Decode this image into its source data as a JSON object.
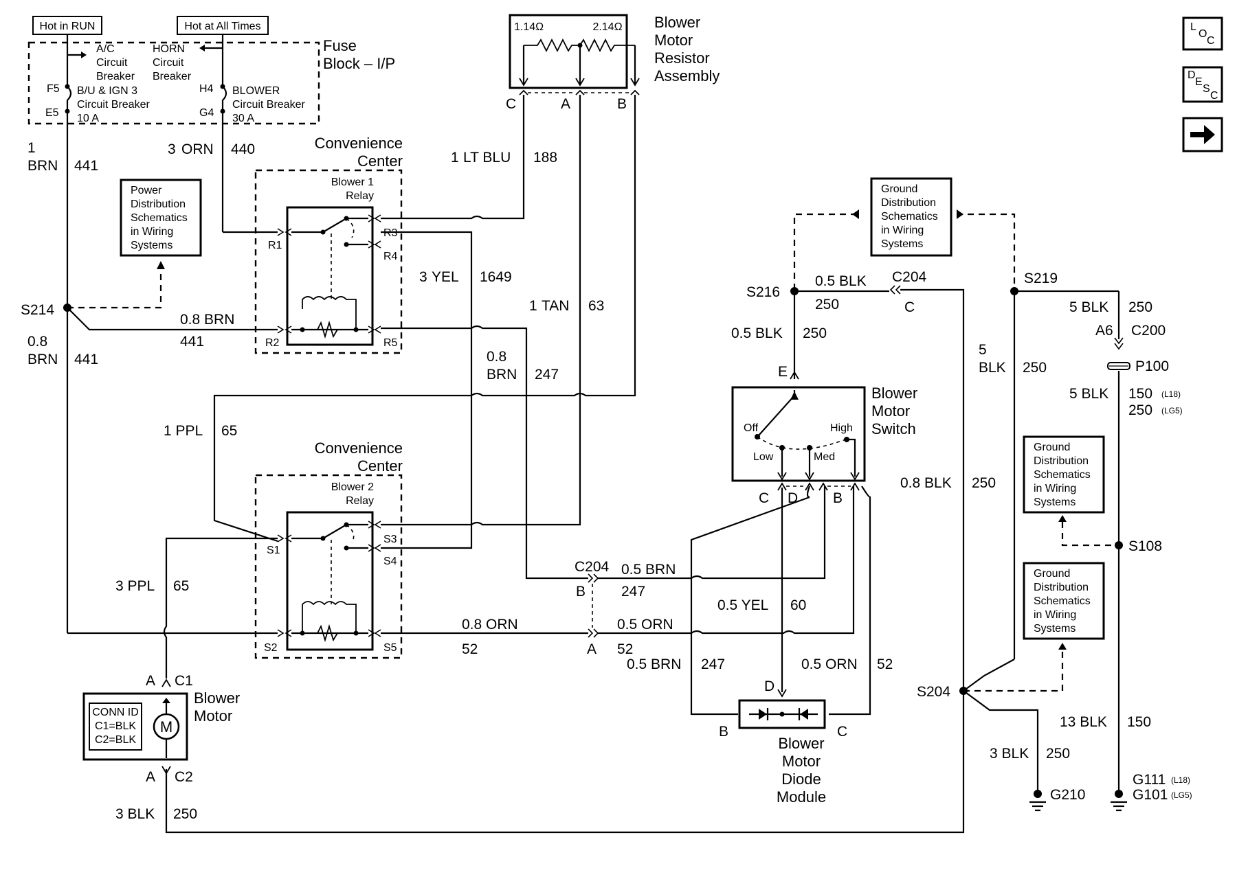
{
  "header": {
    "hot_in_run": "Hot in RUN",
    "hot_at_all_times": "Hot at All Times"
  },
  "fuse_block": {
    "title_line1": "Fuse",
    "title_line2": "Block – I/P",
    "ac_breaker": [
      "A/C",
      "Circuit",
      "Breaker"
    ],
    "horn_breaker": [
      "HORN",
      "Circuit",
      "Breaker"
    ],
    "bu_ign3_breaker": [
      "B/U & IGN 3",
      "Circuit Breaker",
      "10 A"
    ],
    "blower_breaker": [
      "BLOWER",
      "Circuit Breaker",
      "30 A"
    ],
    "pins": {
      "f5": "F5",
      "e5": "E5",
      "h4": "H4",
      "g4": "G4"
    }
  },
  "resistor_assembly": {
    "title": [
      "Blower",
      "Motor",
      "Resistor",
      "Assembly"
    ],
    "r1": "1.14Ω",
    "r2": "2.14Ω",
    "pins": {
      "c": "C",
      "a": "A",
      "b": "B"
    }
  },
  "nav": {
    "loc_icon": "LOC",
    "desc_icon": "DESC",
    "next_icon": "next-arrow"
  },
  "wires": {
    "w441_top": {
      "gauge": "1",
      "color": "BRN",
      "circuit": "441"
    },
    "w440": {
      "gauge": "3",
      "color": "ORN",
      "circuit": "440"
    },
    "w188": {
      "gauge": "1",
      "color": "LT BLU",
      "circuit": "188"
    },
    "w1649": {
      "gauge": "3",
      "color": "YEL",
      "circuit": "1649"
    },
    "w63": {
      "gauge": "1",
      "color": "TAN",
      "circuit": "63"
    },
    "w441_mid": {
      "text": "0.8 BRN",
      "circuit": "441"
    },
    "w441_left": {
      "gauge": "0.8",
      "color": "BRN",
      "circuit": "441"
    },
    "w247_top": {
      "gauge": "0.8",
      "color": "BRN",
      "circuit": "247"
    },
    "w65_top": {
      "text": "1 PPL",
      "circuit": "65"
    },
    "w65_bot": {
      "text": "3 PPL",
      "circuit": "65"
    },
    "w52_left": {
      "text": "0.8 ORN",
      "circuit": "52"
    },
    "w52_right": {
      "text": "0.5 ORN",
      "circuit": "52"
    },
    "w247_c204": {
      "text": "0.5 BRN",
      "circuit": "247"
    },
    "w60": {
      "text": "0.5 YEL",
      "circuit": "60"
    },
    "w247_diode": {
      "text": "0.5 BRN",
      "circuit": "247"
    },
    "w52_diode": {
      "text": "0.5 ORN",
      "circuit": "52"
    },
    "w250_bottom": {
      "text": "3 BLK",
      "circuit": "250"
    },
    "w250_s216_top": {
      "text": "0.5 BLK",
      "circuit": "250"
    },
    "w250_s216_down": {
      "text": "0.5 BLK",
      "circuit": "250"
    },
    "w250_s219": {
      "text": "5 BLK",
      "circuit": "250"
    },
    "w250_s219_down": {
      "gauge": "5",
      "color": "BLK",
      "circuit": "250"
    },
    "w250_right": {
      "text": "0.8 BLK",
      "circuit": "250"
    },
    "w150_p100": {
      "text": "5 BLK",
      "circuit1": "150",
      "opt1": "(L18)",
      "circuit2": "250",
      "opt2": "(LG5)"
    },
    "w150_g111": {
      "text": "13 BLK",
      "circuit": "150"
    },
    "w250_g210": {
      "text": "3 BLK",
      "circuit": "250"
    }
  },
  "conv_center_1": {
    "title": [
      "Convenience",
      "Center"
    ],
    "relay": [
      "Blower 1",
      "Relay"
    ],
    "pins": {
      "r1": "R1",
      "r2": "R2",
      "r3": "R3",
      "r4": "R4",
      "r5": "R5"
    }
  },
  "conv_center_2": {
    "title": [
      "Convenience",
      "Center"
    ],
    "relay": [
      "Blower 2",
      "Relay"
    ],
    "pins": {
      "s1": "S1",
      "s2": "S2",
      "s3": "S3",
      "s4": "S4",
      "s5": "S5"
    }
  },
  "ref_boxes": {
    "power_dist": [
      "Power",
      "Distribution",
      "Schematics",
      "in Wiring",
      "Systems"
    ],
    "ground_dist": [
      "Ground",
      "Distribution",
      "Schematics",
      "in Wiring",
      "Systems"
    ]
  },
  "splices": {
    "s214": "S214",
    "s216": "S216",
    "s219": "S219",
    "s204": "S204",
    "s108": "S108"
  },
  "connectors": {
    "c204_top": "C204",
    "c204_top_pin": "C",
    "c204_mid": "C204",
    "c204_mid_b": "B",
    "c204_mid_a": "A",
    "c200": "C200",
    "c200_pin": "A6",
    "p100": "P100",
    "c1": "C1",
    "c1_pin": "A",
    "c2": "C2",
    "c2_pin": "A"
  },
  "switch": {
    "title": [
      "Blower",
      "Motor",
      "Switch"
    ],
    "positions": {
      "off": "Off",
      "low": "Low",
      "med": "Med",
      "high": "High"
    },
    "pins": {
      "e": "E",
      "c": "C",
      "d": "D",
      "b": "B"
    }
  },
  "diode_module": {
    "title": [
      "Blower",
      "Motor",
      "Diode",
      "Module"
    ],
    "pins": {
      "d": "D",
      "b": "B",
      "c": "C"
    }
  },
  "motor": {
    "title": [
      "Blower",
      "Motor"
    ],
    "conn_id": [
      "CONN ID",
      "C1=BLK",
      "C2=BLK"
    ],
    "symbol": "M"
  },
  "grounds": {
    "g210": "G210",
    "g111": "G111",
    "g111_opt": "(L18)",
    "g101": "G101",
    "g101_opt": "(LG5)"
  }
}
